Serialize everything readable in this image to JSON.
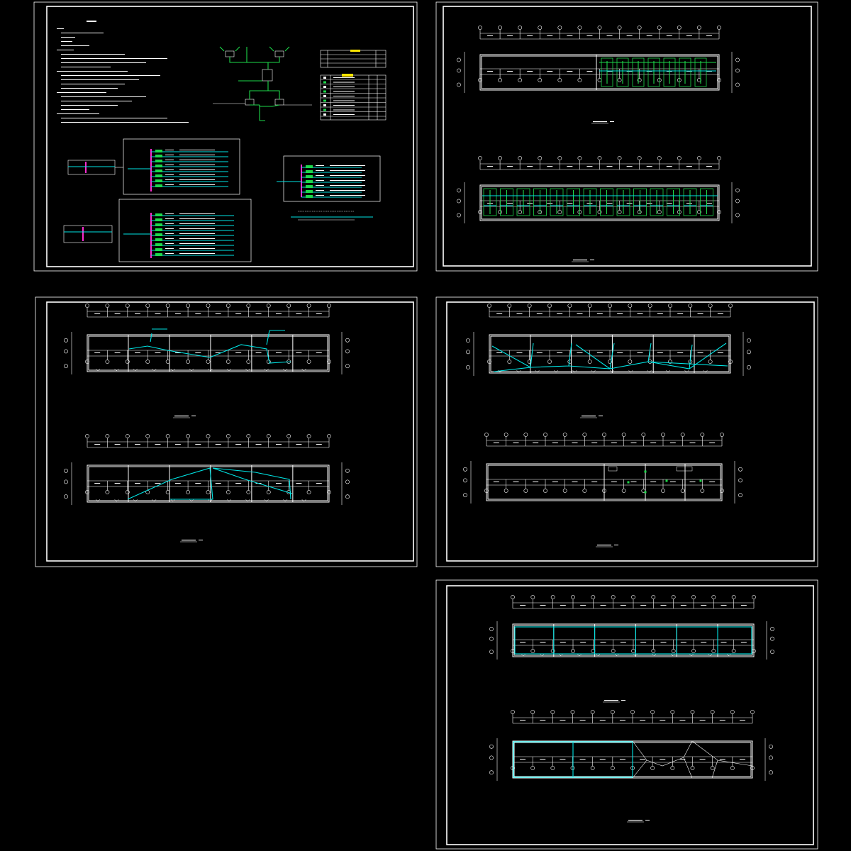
{
  "colors": {
    "background": "#000000",
    "line": "#ffffff",
    "wire_cyan": "#00e5e5",
    "wire_green": "#1dd84a",
    "bus_magenta": "#ff2bd0",
    "table_header_yellow": "#ffe600"
  },
  "sheets": [
    {
      "id": "sheet-1",
      "content": "electrical-notes-and-distribution-system-diagrams",
      "legend_table": {
        "columns": 5,
        "rows": 8
      },
      "distribution_panels": 4
    },
    {
      "id": "sheet-2",
      "content": "two-floor-plans-dense-wiring",
      "plans": [
        {
          "name": "upper-plan",
          "grid_axes": 13,
          "highlighted_region": "right-half"
        },
        {
          "name": "lower-plan",
          "grid_axes": 13,
          "highlighted_region": "full"
        }
      ]
    },
    {
      "id": "sheet-3",
      "content": "two-floor-plans-cyan-circuits",
      "plans": [
        {
          "name": "upper-plan",
          "grid_axes": 13
        },
        {
          "name": "lower-plan",
          "grid_axes": 13
        }
      ]
    },
    {
      "id": "sheet-4",
      "content": "two-floor-plans",
      "plans": [
        {
          "name": "upper-plan",
          "grid_axes": 13
        },
        {
          "name": "lower-plan",
          "grid_axes": 13
        }
      ]
    },
    {
      "id": "sheet-5",
      "content": "two-floor-plans-roof",
      "plans": [
        {
          "name": "upper-plan",
          "grid_axes": 13
        },
        {
          "name": "lower-plan",
          "grid_axes": 13
        }
      ]
    }
  ]
}
